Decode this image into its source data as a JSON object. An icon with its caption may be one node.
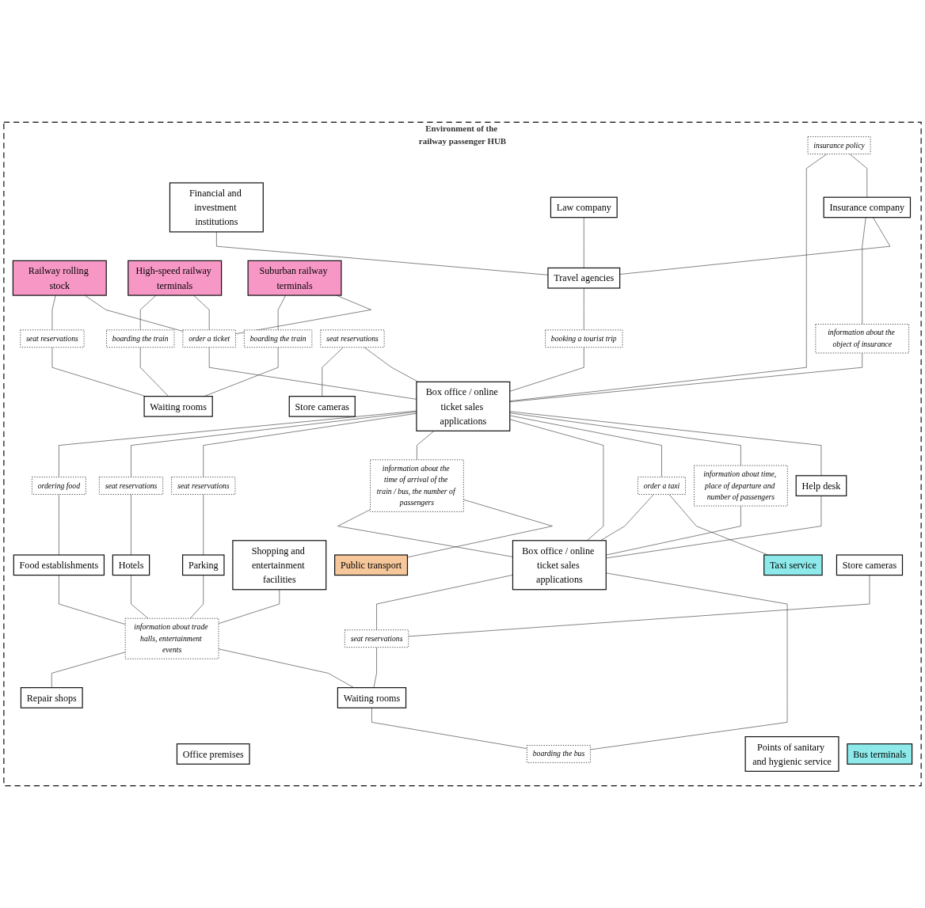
{
  "diagram": {
    "nodes": [
      {
        "text": [
          "Environment of the railway passenger HUB"
        ]
      },
      {
        "text": [
          "Office premises"
        ],
        "in": 0
      },
      {
        "text": [
          "Railway rolling stock"
        ],
        "in": 0
      },
      {
        "text": [
          "High-speed railway terminals"
        ],
        "in": 0
      },
      {
        "text": [
          "seat reservations"
        ],
        "in": 0
      },
      {
        "text": [
          "Suburban railway terminals"
        ],
        "in": 0
      },
      {
        "text": [
          "boarding the train"
        ],
        "in": 0
      },
      {
        "text": [
          "Waiting rooms"
        ],
        "in": 0
      },
      {
        "text": [
          "boarding the train"
        ],
        "in": 0
      },
      {
        "text": [
          "Financial and investment institutions"
        ],
        "in": 0
      },
      {
        "text": [
          "order a ticket"
        ],
        "in": 0
      },
      {
        "text": [
          "Law company"
        ],
        "in": 0
      },
      {
        "text": [
          "seat reservations"
        ],
        "in": 0
      },
      {
        "text": [
          "Store cameras"
        ],
        "in": 0
      },
      {
        "text": [
          "ordering food"
        ],
        "in": 0
      },
      {
        "text": [
          "Food establishments"
        ],
        "in": 0
      },
      {
        "text": [
          "Box office / online ticket sales applications"
        ],
        "in": 0
      },
      {
        "text": [
          "insurance policy"
        ],
        "in": 0
      },
      {
        "text": [
          "seat reservations"
        ],
        "in": 0
      },
      {
        "text": [
          "Hotels"
        ],
        "in": 0
      },
      {
        "text": [
          "Insurance company"
        ],
        "in": 0
      },
      {
        "text": [
          "information about the object of insurance"
        ],
        "in": 0
      },
      {
        "text": [
          "Help desk"
        ],
        "in": 0
      },
      {
        "text": [
          "seat reservations"
        ],
        "in": 0
      },
      {
        "text": [
          "Parking"
        ],
        "in": 0
      },
      {
        "text": [
          "Travel agencies"
        ],
        "in": 0
      },
      {
        "text": [
          "booking a tourist trip"
        ],
        "in": 0
      },
      {
        "text": [
          "Shopping and entertainment facilities"
        ],
        "in": 0
      },
      {
        "text": [
          "information about trade halls, entertainment events"
        ],
        "in": 0
      },
      {
        "text": [
          "information about time, place of departure and number of passengers"
        ],
        "in": 0
      },
      {
        "text": [
          "information about the time of arrival of the train / bus, the number of passengers"
        ],
        "in": 0
      },
      {
        "text": [
          "Store cameras"
        ],
        "in": 0
      },
      {
        "text": [
          "Repair shops"
        ],
        "in": 0
      },
      {
        "text": [
          "Public transport"
        ],
        "in": 0
      },
      {
        "text": [
          "order a taxi"
        ],
        "in": 0
      },
      {
        "text": [
          "Box office / online ticket sales applications"
        ],
        "in": 0
      },
      {
        "text": [
          "seat reservations"
        ],
        "in": 0
      },
      {
        "text": [
          "Waiting rooms"
        ],
        "in": 0
      },
      {
        "text": [
          "Taxi service"
        ],
        "in": 0
      },
      {
        "text": [
          "boarding the bus"
        ],
        "in": 0
      },
      {
        "text": [
          "Points of sanitary and hygienic service"
        ],
        "in": 0
      },
      {
        "text": [
          "Bus terminals"
        ],
        "in": 0
      }
    ],
    "edges": [
      {
        "from": 2,
        "to": 4,
        "arrow": "none"
      },
      {
        "from": 4,
        "to": 7,
        "arrow": "none"
      },
      {
        "from": 2,
        "to": 10,
        "arrow": "none"
      },
      {
        "from": 3,
        "to": 6,
        "arrow": "none"
      },
      {
        "from": 6,
        "to": 7,
        "arrow": "none"
      },
      {
        "from": 3,
        "to": 10,
        "arrow": "none"
      },
      {
        "from": 5,
        "to": 8,
        "arrow": "none"
      },
      {
        "from": 8,
        "to": 7,
        "arrow": "none"
      },
      {
        "from": 5,
        "to": 10,
        "arrow": "none"
      },
      {
        "from": 10,
        "to": 16,
        "arrow": "none"
      },
      {
        "from": 12,
        "to": 13,
        "arrow": "none"
      },
      {
        "from": 12,
        "to": 16,
        "arrow": "none"
      },
      {
        "from": 16,
        "to": 14,
        "arrow": "none"
      },
      {
        "from": 16,
        "to": 18,
        "arrow": "none"
      },
      {
        "from": 16,
        "to": 23,
        "arrow": "none"
      },
      {
        "from": 14,
        "to": 15,
        "arrow": "none"
      },
      {
        "from": 18,
        "to": 19,
        "arrow": "none"
      },
      {
        "from": 23,
        "to": 24,
        "arrow": "none"
      },
      {
        "from": 15,
        "to": 28,
        "arrow": "none"
      },
      {
        "from": 19,
        "to": 28,
        "arrow": "none"
      },
      {
        "from": 24,
        "to": 28,
        "arrow": "none"
      },
      {
        "from": 27,
        "to": 28,
        "arrow": "none"
      },
      {
        "from": 28,
        "to": 32,
        "arrow": "none"
      },
      {
        "from": 28,
        "to": 37,
        "arrow": "none"
      },
      {
        "from": 9,
        "to": 25,
        "arrow": "none"
      },
      {
        "from": 11,
        "to": 25,
        "arrow": "none"
      },
      {
        "from": 17,
        "to": 16,
        "arrow": "none"
      },
      {
        "from": 17,
        "to": 20,
        "arrow": "none"
      },
      {
        "from": 20,
        "to": 21,
        "arrow": "none"
      },
      {
        "from": 21,
        "to": 16,
        "arrow": "none"
      },
      {
        "from": 20,
        "to": 25,
        "arrow": "none"
      },
      {
        "from": 25,
        "to": 26,
        "arrow": "none"
      },
      {
        "from": 26,
        "to": 16,
        "arrow": "none"
      },
      {
        "from": 16,
        "to": 30,
        "arrow": "none"
      },
      {
        "from": 30,
        "to": 35,
        "arrow": "none"
      },
      {
        "from": 16,
        "to": 35,
        "arrow": "none"
      },
      {
        "from": 16,
        "to": 34,
        "arrow": "none"
      },
      {
        "from": 34,
        "to": 35,
        "arrow": "none"
      },
      {
        "from": 30,
        "to": 33,
        "arrow": "none"
      },
      {
        "from": 34,
        "to": 38,
        "arrow": "none"
      },
      {
        "from": 16,
        "to": 29,
        "arrow": "none"
      },
      {
        "from": 29,
        "to": 35,
        "arrow": "none"
      },
      {
        "from": 16,
        "to": 22,
        "arrow": "none"
      },
      {
        "from": 22,
        "to": 35,
        "arrow": "none"
      },
      {
        "from": 35,
        "to": 36,
        "arrow": "none"
      },
      {
        "from": 31,
        "to": 36,
        "arrow": "none"
      },
      {
        "from": 36,
        "to": 37,
        "arrow": "none"
      },
      {
        "from": 35,
        "to": 39,
        "arrow": "none"
      },
      {
        "from": 37,
        "to": 39,
        "arrow": "none"
      }
    ]
  }
}
